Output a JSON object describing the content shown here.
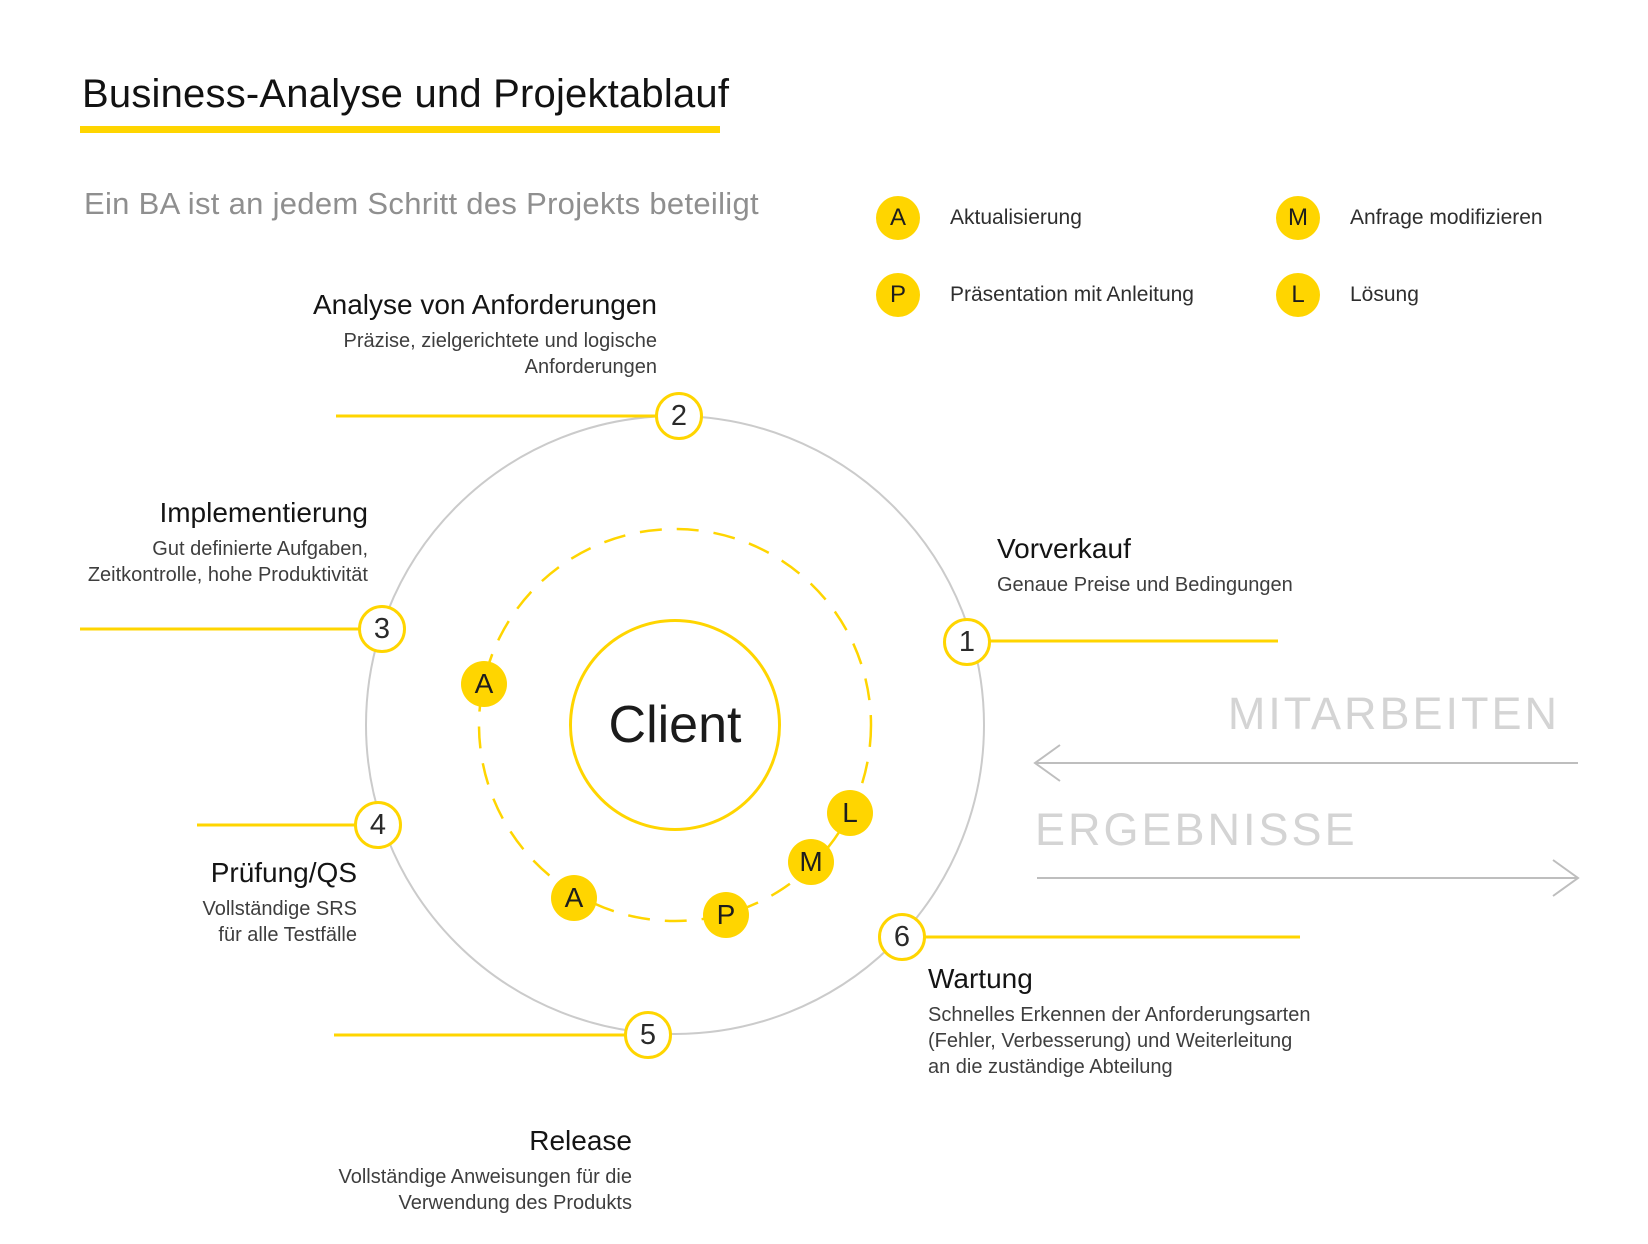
{
  "page": {
    "title": "Business-Analyse und Projektablauf",
    "subtitle": "Ein BA ist an jedem Schritt des Projekts beteiligt"
  },
  "colors": {
    "accent_yellow": "#FFD500",
    "outer_circle_gray": "#CBCBCB",
    "arrow_gray": "#BEBEBE",
    "watermark_gray": "#D4D4D4",
    "subtitle_gray": "#8F8F8F"
  },
  "legend": {
    "items": [
      {
        "letter": "A",
        "label": "Aktualisierung"
      },
      {
        "letter": "M",
        "label": "Anfrage modifizieren"
      },
      {
        "letter": "P",
        "label": "Präsentation mit Anleitung"
      },
      {
        "letter": "L",
        "label": "Lösung"
      }
    ]
  },
  "center": {
    "label": "Client"
  },
  "steps": [
    {
      "number": "1",
      "title": "Vorverkauf",
      "desc_lines": [
        "Genaue Preise und Bedingungen"
      ]
    },
    {
      "number": "2",
      "title": "Analyse von Anforderungen",
      "desc_lines": [
        "Präzise, zielgerichtete und logische",
        "Anforderungen"
      ]
    },
    {
      "number": "3",
      "title": "Implementierung",
      "desc_lines": [
        "Gut definierte Aufgaben,",
        "Zeitkontrolle, hohe Produktivität"
      ]
    },
    {
      "number": "4",
      "title": "Prüfung/QS",
      "desc_lines": [
        "Vollständige SRS",
        "für alle Testfälle"
      ]
    },
    {
      "number": "5",
      "title": "Release",
      "desc_lines": [
        "Vollständige Anweisungen für die",
        "Verwendung des Produkts"
      ]
    },
    {
      "number": "6",
      "title": "Wartung",
      "desc_lines": [
        "Schnelles Erkennen der Anforderungsarten",
        "(Fehler, Verbesserung) und Weiterleitung",
        "an die zuständige Abteilung"
      ]
    }
  ],
  "orbit_badges": [
    "A",
    "A",
    "P",
    "M",
    "L"
  ],
  "watermarks": {
    "top": "MITARBEITEN",
    "bottom": "ERGEBNISSE"
  }
}
